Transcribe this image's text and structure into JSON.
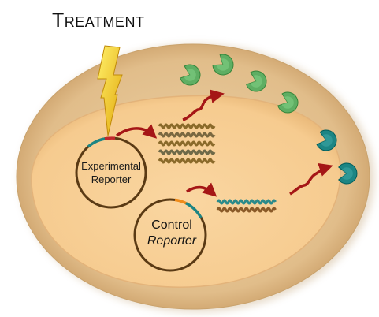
{
  "title": "Treatment",
  "experimental": {
    "line1": "Experimental",
    "line2": "Reporter"
  },
  "control": {
    "line1": "Control",
    "line2": "Reporter"
  },
  "colors": {
    "outer_cell": "#e3c08e",
    "inner_nucleus": "#f8cf95",
    "lightning": "#f5cf1a",
    "arrow": "#a51616",
    "experimental_protein": "#5fae63",
    "control_protein": "#1c8584",
    "plasmid_ring": "#5a3a14"
  },
  "icons": [
    "lightning-icon",
    "arrow-icon",
    "mrna-icon",
    "protein-icon",
    "plasmid-icon"
  ]
}
